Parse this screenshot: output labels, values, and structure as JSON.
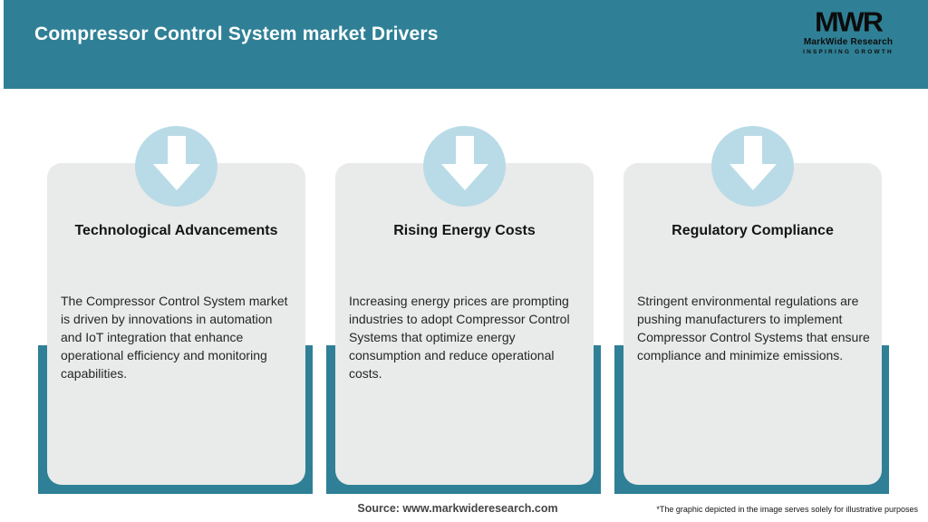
{
  "header": {
    "title": "Compressor Control System market Drivers",
    "bg_color": "#2f8096",
    "logo": {
      "mark": "MWR",
      "name": "MarkWide Research",
      "tagline": "INSPIRING GROWTH"
    }
  },
  "cards": [
    {
      "icon": "arrow-down-icon",
      "title": "Technological Advancements",
      "description": "The Compressor Control System market is driven by innovations in automation and IoT integration that enhance operational efficiency and monitoring capabilities."
    },
    {
      "icon": "arrow-down-icon",
      "title": "Rising Energy Costs",
      "description": "Increasing energy prices are prompting industries to adopt Compressor Control Systems that optimize energy consumption and reduce operational costs."
    },
    {
      "icon": "arrow-down-icon",
      "title": "Regulatory Compliance",
      "description": "Stringent environmental regulations are pushing manufacturers to implement Compressor Control Systems that ensure compliance and minimize emissions."
    }
  ],
  "footer": {
    "source": "Source: www.markwideresearch.com",
    "disclaimer": "*The graphic depicted in the image serves solely for illustrative purposes"
  },
  "colors": {
    "teal": "#2f8096",
    "circle_blue": "#b9dbe7",
    "card_gray": "#e9eaea",
    "arrow_white": "#ffffff"
  }
}
